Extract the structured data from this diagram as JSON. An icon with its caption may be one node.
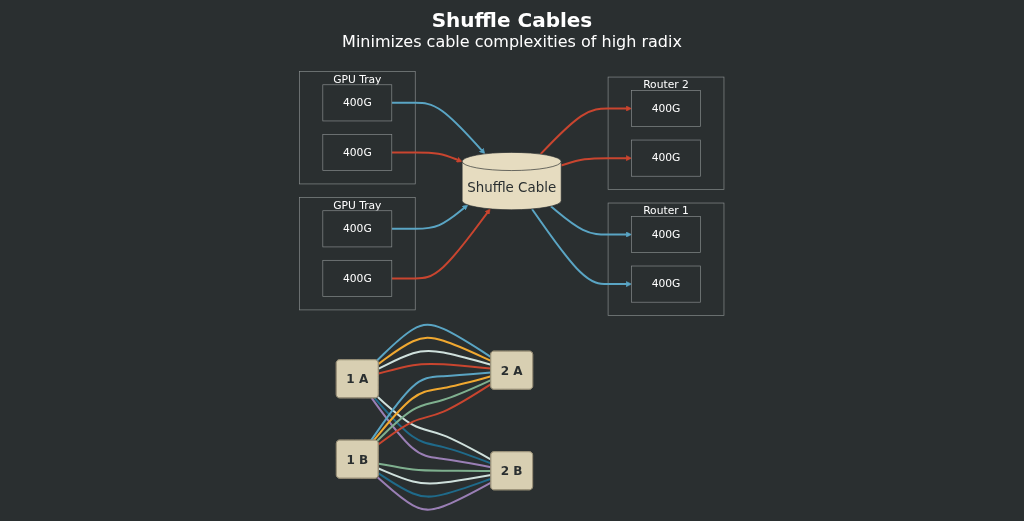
{
  "diagram": {
    "title": "Shuffle Cables",
    "nodes": [
      {
        "text": [
          "GPU Tray"
        ]
      },
      {
        "text": [
          "400G"
        ],
        "in": 0
      },
      {
        "text": [
          "400G"
        ],
        "in": 0
      },
      {
        "text": [
          "GPU Tray"
        ]
      },
      {
        "text": [
          "400G"
        ],
        "in": 3
      },
      {
        "text": [
          "400G"
        ],
        "in": 3
      },
      {
        "text": [
          "Shuffle Cable"
        ]
      },
      {
        "text": [
          "Router 1"
        ]
      },
      {
        "text": [
          "400G"
        ],
        "in": 7
      },
      {
        "text": [
          "400G"
        ],
        "in": 7
      },
      {
        "text": [
          "Router 2"
        ]
      },
      {
        "text": [
          "400G"
        ],
        "in": 10
      },
      {
        "text": [
          "400G"
        ],
        "in": 10
      },
      {
        "text": [
          "1 A"
        ]
      },
      {
        "text": [
          "2 A"
        ]
      },
      {
        "text": [
          "1 B"
        ]
      },
      {
        "text": [
          "2 B"
        ]
      }
    ],
    "edges": [
      {
        "from": 1,
        "to": 6,
        "arrow": "to",
        "color": "#5aa5c4"
      },
      {
        "from": 2,
        "to": 6,
        "arrow": "to",
        "color": "#c9452f"
      },
      {
        "from": 4,
        "to": 6,
        "arrow": "to",
        "color": "#5aa5c4"
      },
      {
        "from": 5,
        "to": 6,
        "arrow": "to",
        "color": "#c9452f"
      },
      {
        "from": 6,
        "to": 8,
        "arrow": "to",
        "color": "#5aa5c4"
      },
      {
        "from": 6,
        "to": 9,
        "arrow": "to",
        "color": "#5aa5c4"
      },
      {
        "from": 6,
        "to": 11,
        "arrow": "to",
        "color": "#c9452f"
      },
      {
        "from": 6,
        "to": 12,
        "arrow": "to",
        "color": "#c9452f"
      },
      {
        "from": 13,
        "to": 14,
        "arrow": "none",
        "color": "#5aa5c4"
      },
      {
        "from": 13,
        "to": 14,
        "arrow": "none",
        "color": "#f0a830"
      },
      {
        "from": 13,
        "to": 14,
        "arrow": "none",
        "color": "#cfe0dc"
      },
      {
        "from": 13,
        "to": 14,
        "arrow": "none",
        "color": "#c9452f"
      },
      {
        "from": 13,
        "to": 16,
        "arrow": "none",
        "color": "#cfe0dc"
      },
      {
        "from": 13,
        "to": 16,
        "arrow": "none",
        "color": "#1f6a8a"
      },
      {
        "from": 13,
        "to": 16,
        "arrow": "none",
        "color": "#9a7fb5"
      },
      {
        "from": 15,
        "to": 14,
        "arrow": "none",
        "color": "#5aa5c4"
      },
      {
        "from": 15,
        "to": 14,
        "arrow": "none",
        "color": "#f0a830"
      },
      {
        "from": 15,
        "to": 14,
        "arrow": "none",
        "color": "#7fb08f"
      },
      {
        "from": 15,
        "to": 14,
        "arrow": "none",
        "color": "#c9452f"
      },
      {
        "from": 15,
        "to": 16,
        "arrow": "none",
        "color": "#7fb08f"
      },
      {
        "from": 15,
        "to": 16,
        "arrow": "none",
        "color": "#cfe0dc"
      },
      {
        "from": 15,
        "to": 16,
        "arrow": "none",
        "color": "#1f6a8a"
      },
      {
        "from": 15,
        "to": 16,
        "arrow": "none",
        "color": "#9a7fb5"
      }
    ],
    "labels": [
      "Minimizes cable complexities of high radix"
    ]
  }
}
